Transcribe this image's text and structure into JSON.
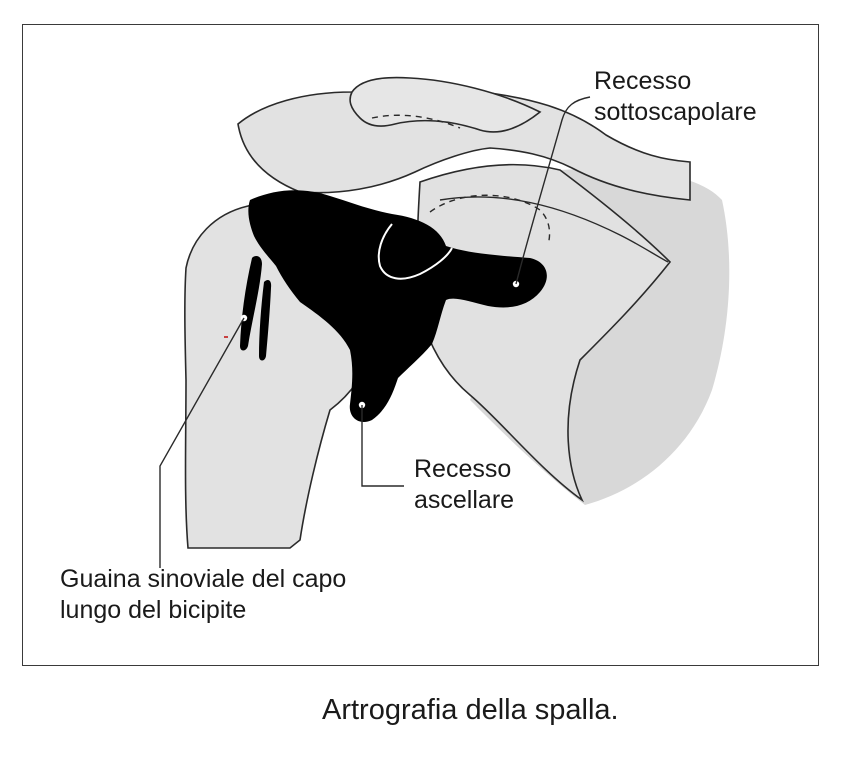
{
  "labels": {
    "subscapular": {
      "line1": "Recesso",
      "line2": "sottoscapolare"
    },
    "axillary": {
      "line1": "Recesso",
      "line2": "ascellare"
    },
    "biceps_sheath": {
      "line1": "Guaina sinoviale del capo",
      "line2": "lungo del bicipite"
    }
  },
  "caption": "Artrografia della spalla.",
  "colors": {
    "bone_fill": "#e3e3e3",
    "shadow_fill": "#d6d6d6",
    "contrast_fill": "#000000",
    "outline": "#2a2a2a"
  }
}
